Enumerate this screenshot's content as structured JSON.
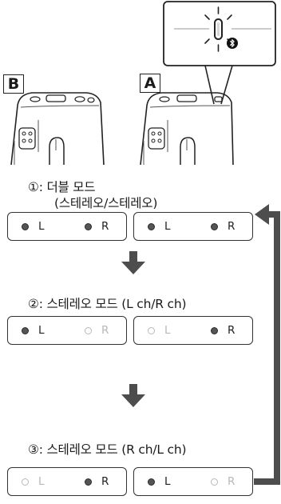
{
  "speakers": [
    {
      "badge": "B"
    },
    {
      "badge": "A"
    }
  ],
  "callout": {
    "icon": "bluetooth-icon"
  },
  "modes": [
    {
      "title_line1": "①: 더블 모드",
      "title_line2": "(스테레오/스테레오)",
      "panels": [
        {
          "left": {
            "text": "L",
            "lit": true
          },
          "right": {
            "text": "R",
            "lit": true
          }
        },
        {
          "left": {
            "text": "L",
            "lit": true
          },
          "right": {
            "text": "R",
            "lit": true
          }
        }
      ]
    },
    {
      "title_line1": "②: 스테레오 모드 (L ch/R ch)",
      "panels": [
        {
          "left": {
            "text": "L",
            "lit": true
          },
          "right": {
            "text": "R",
            "lit": false
          }
        },
        {
          "left": {
            "text": "L",
            "lit": false
          },
          "right": {
            "text": "R",
            "lit": true
          }
        }
      ]
    },
    {
      "title_line1": "③: 스테레오 모드 (R ch/L ch)",
      "panels": [
        {
          "left": {
            "text": "L",
            "lit": false
          },
          "right": {
            "text": "R",
            "lit": true
          }
        },
        {
          "left": {
            "text": "L",
            "lit": true
          },
          "right": {
            "text": "R",
            "lit": false
          }
        }
      ]
    }
  ],
  "colors": {
    "line": "#222222",
    "arrow": "#4d4d4d",
    "indicator_off": "#b8b8b8",
    "indicator_on": "#555555"
  }
}
